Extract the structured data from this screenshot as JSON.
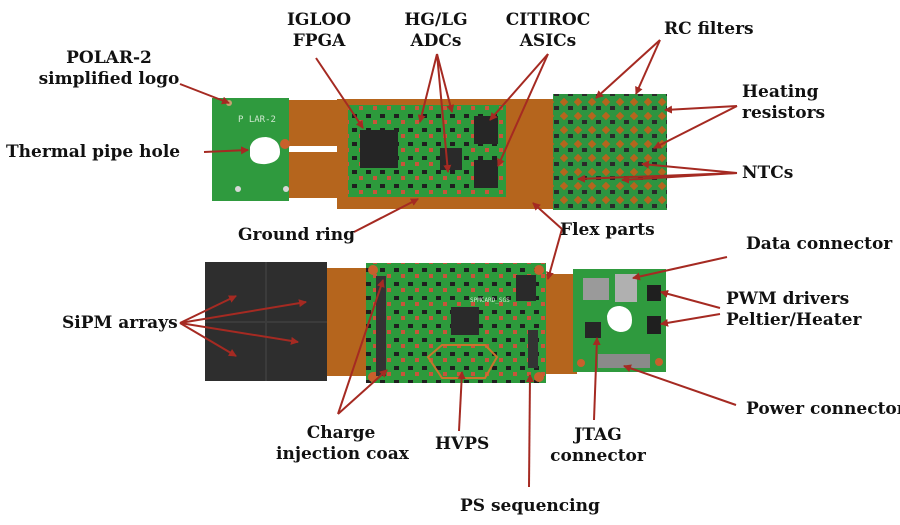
{
  "labels": {
    "polar_logo": [
      "POLAR-2",
      "simplified logo"
    ],
    "thermal_pipe_hole": "Thermal pipe hole",
    "igloo_fpga": [
      "IGLOO",
      "FPGA"
    ],
    "hg_lg_adcs": [
      "HG/LG",
      "ADCs"
    ],
    "citiroc_asics": [
      "CITIROC",
      "ASICs"
    ],
    "rc_filters": "RC filters",
    "heating_resistors": [
      "Heating",
      "resistors"
    ],
    "ntcs": "NTCs",
    "ground_ring": "Ground ring",
    "flex_parts": "Flex parts",
    "data_connector": "Data connector",
    "pwm_drivers": [
      "PWM drivers",
      "Peltier/Heater"
    ],
    "sipm_arrays": "SiPM arrays",
    "power_connector": "Power connector",
    "charge_injection_coax": [
      "Charge",
      "injection coax"
    ],
    "hvps": "HVPS",
    "jtag_connector": [
      "JTAG",
      "connector"
    ],
    "ps_sequencing": "PS sequencing"
  },
  "pcb_silkscreen": {
    "logo_text": "P LAR-2",
    "board_code": "SPMCARD_SGS"
  },
  "colors": {
    "pcb_green": "#2d9a3c",
    "flex_copper": "#b5651d",
    "arrow_red": "#a52a22",
    "sipm_dark": "#2e2e2e"
  }
}
